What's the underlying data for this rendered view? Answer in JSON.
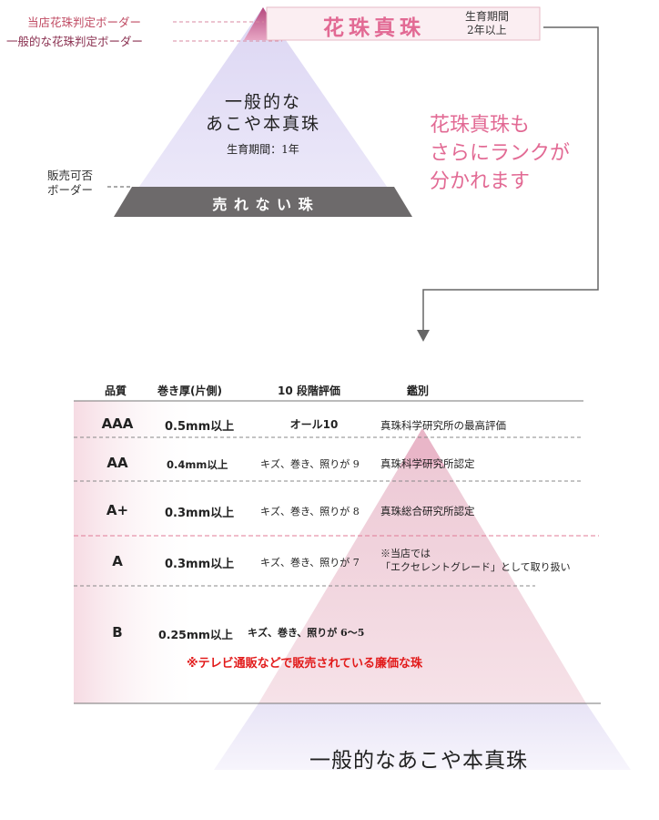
{
  "top": {
    "border_store": "当店花珠判定ボーダー",
    "border_general": "一般的な花珠判定ボーダー",
    "hanadama_label": "花珠真珠",
    "hanadama_period_line1": "生育期間",
    "hanadama_period_line2": "2年以上",
    "general_line1": "一般的な",
    "general_line2": "あこや本真珠",
    "general_period": "生育期間：1年",
    "sale_border_line1": "販売可否",
    "sale_border_line2": "ボーダー",
    "unsold_label": "売 れ な い 珠",
    "rank_note_line1": "花珠真珠も",
    "rank_note_line2": "さらにランクが",
    "rank_note_line3": "分かれます"
  },
  "table": {
    "headers": [
      "品質",
      "巻き厚(片側)",
      "10 段階評価",
      "鑑別"
    ],
    "rows": [
      {
        "grade": "AAA",
        "thickness": "0.5mm以上",
        "rating": "オール10",
        "appraisal_line1": "真珠科学研究所の最高評価",
        "appraisal_line2": ""
      },
      {
        "grade": "AA",
        "thickness": "0.4mm以上",
        "rating": "キズ、巻き、照りが 9",
        "appraisal_line1": "真珠科学研究所認定",
        "appraisal_line2": ""
      },
      {
        "grade": "A+",
        "thickness": "0.3mm以上",
        "rating": "キズ、巻き、照りが 8",
        "appraisal_line1": "真珠総合研究所認定",
        "appraisal_line2": ""
      },
      {
        "grade": "A",
        "thickness": "0.3mm以上",
        "rating": "キズ、巻き、照りが 7",
        "appraisal_line1": "※当店では",
        "appraisal_line2": "「エクセレントグレード」として取り扱い"
      },
      {
        "grade": "B",
        "thickness": "0.25mm以上",
        "rating": "キズ、巻き、照りが 6〜5",
        "appraisal_line1": "",
        "appraisal_line2": ""
      }
    ],
    "note_b": "※テレビ通販などで販売されている廉価な珠",
    "bottom_label": "一般的なあこや本真珠"
  },
  "colors": {
    "accent_pink": "#e26a94",
    "border_red": "#c04b63",
    "unsold_gray": "#6d6a6b",
    "warning_red": "#e21b1b"
  }
}
